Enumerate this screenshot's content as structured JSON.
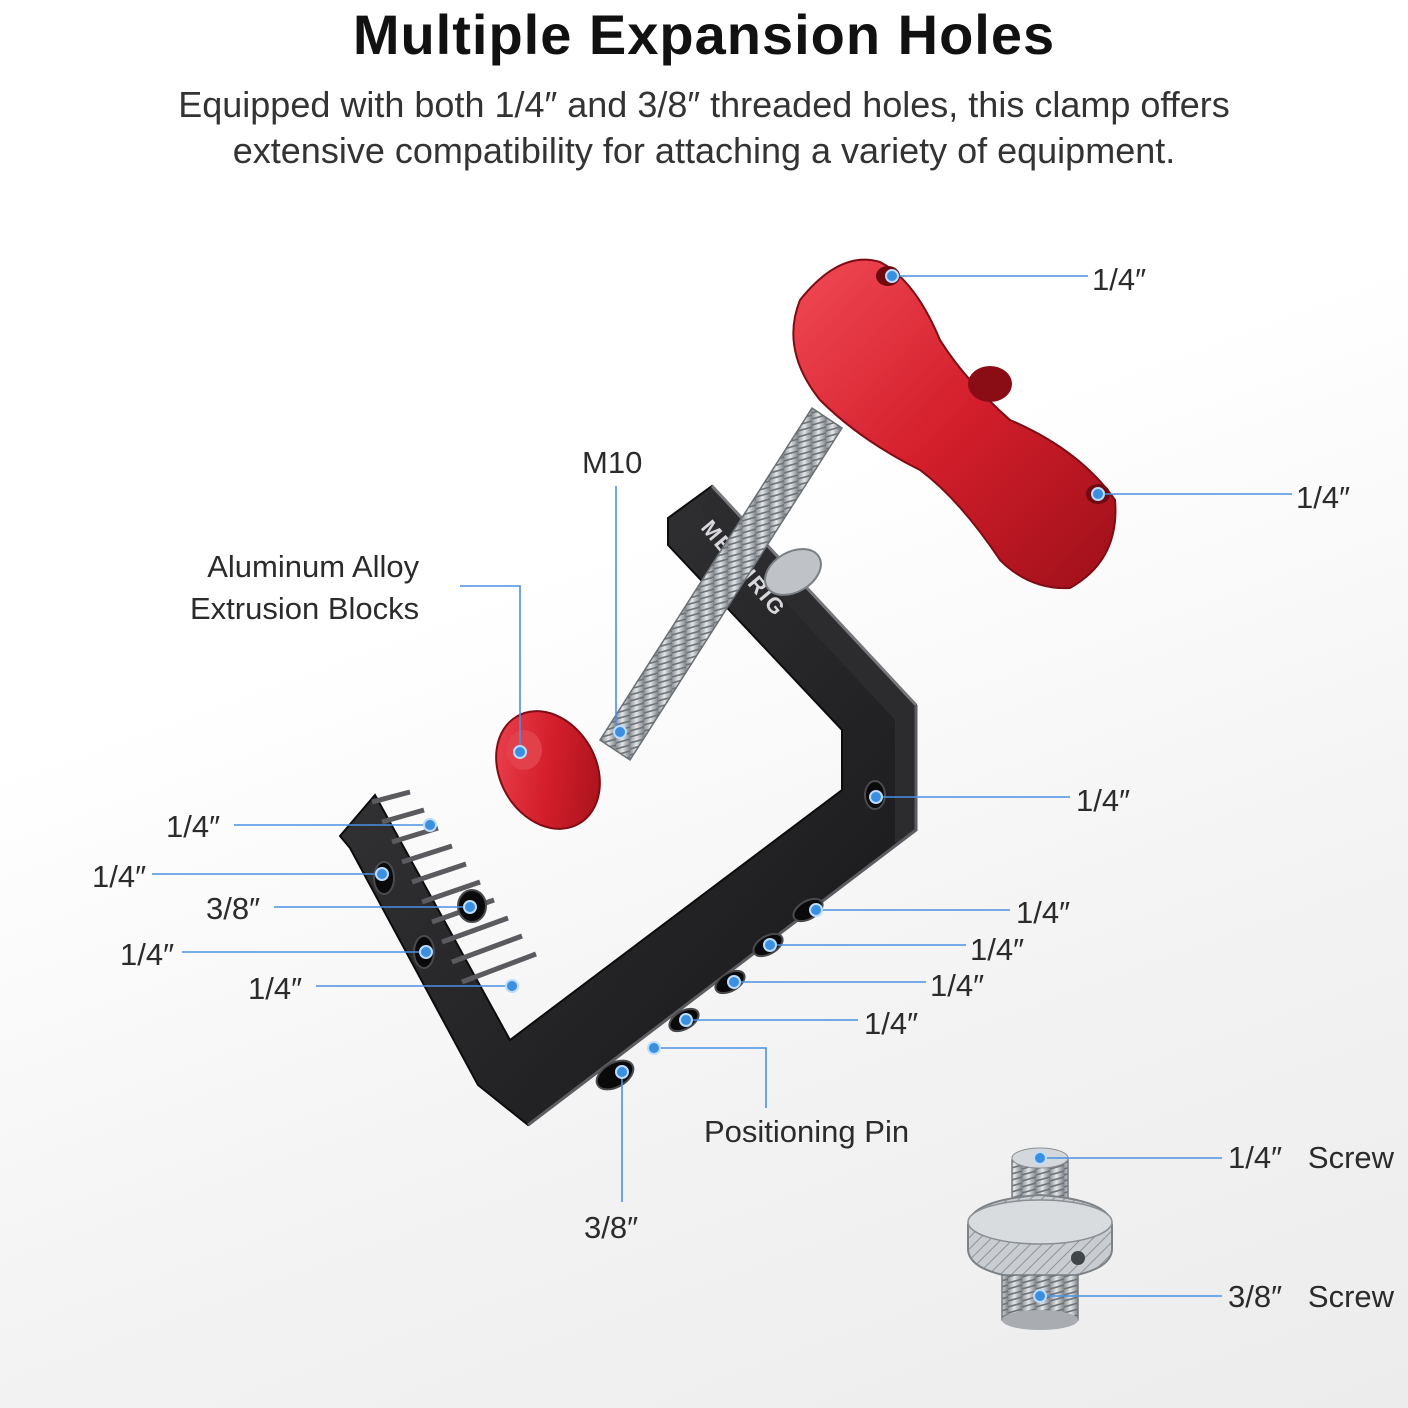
{
  "header": {
    "title": "Multiple Expansion Holes",
    "subtitle_line1": "Equipped with both 1/4″ and 3/8″ threaded holes, this clamp offers",
    "subtitle_line2": "extensive compatibility for attaching a variety of equipment."
  },
  "product": {
    "brand_engraving": "MECHRIG",
    "colors": {
      "body": "#1d1d1f",
      "knob": "#d41e2c",
      "callout": "#3a8fe0",
      "steel": "#b8bcc0"
    }
  },
  "callouts": {
    "knob_top": "1/4″",
    "knob_right": "1/4″",
    "thread": "M10",
    "blocks_line1": "Aluminum Alloy",
    "blocks_line2": "Extrusion Blocks",
    "side_hole": "1/4″",
    "jaw_1": "1/4″",
    "jaw_2": "1/4″",
    "jaw_3": "3/8″",
    "jaw_4": "1/4″",
    "jaw_5": "1/4″",
    "arm_1": "1/4″",
    "arm_2": "1/4″",
    "arm_3": "1/4″",
    "arm_4": "1/4″",
    "pin": "Positioning Pin",
    "bottom_hole": "3/8″",
    "screw_top": "1/4″   Screw",
    "screw_bottom": "3/8″   Screw"
  }
}
